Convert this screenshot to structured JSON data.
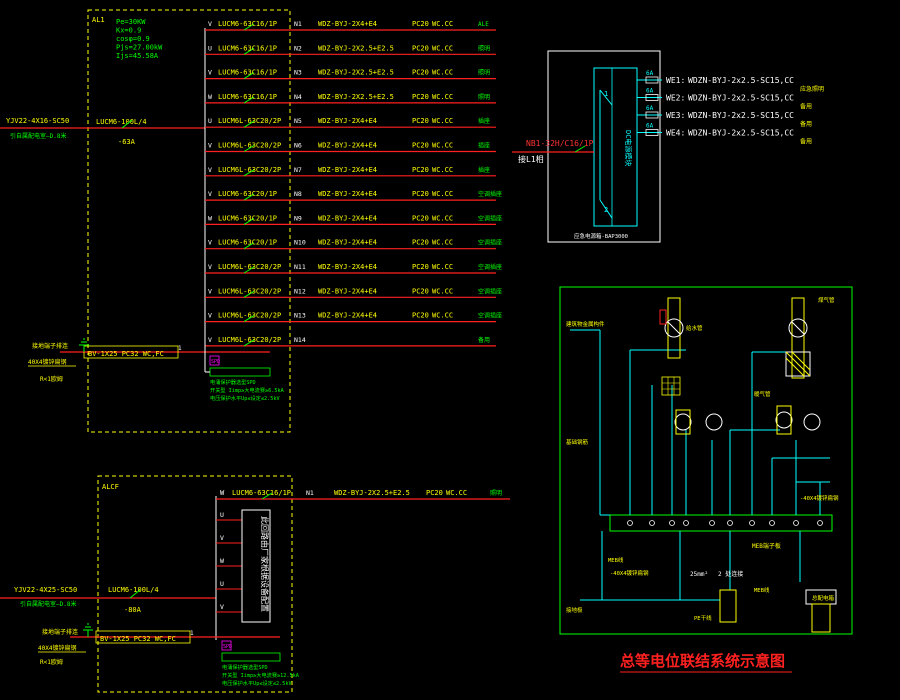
{
  "al1": {
    "name": "AL1",
    "params": [
      "Pe=30KW",
      "Kx=0.9",
      "cosφ=0.9",
      "Pjs=27.00kW",
      "Ijs=45.58A"
    ],
    "incoming_cable": "YJV22-4X16-SC50",
    "incoming_note": "引自属配电室—D.8米",
    "main_breaker": "LUCM6-100L/4",
    "main_rating": "-63A",
    "ground_cable": "BV-1X25  PC32  WC,FC",
    "ground_label": "接地端子排连",
    "ground_bar": "40X4镀锌扁钢",
    "ground_r": "R<1欧姆",
    "spd_tag": "SPD",
    "spd_notes": [
      "电涌保护器选型SPD",
      "开关型 Iimp≥大电流赛≥6.5kA",
      "电压保护水平Up≤设定≤2.5kV"
    ],
    "circuits": [
      {
        "phase": "V",
        "breaker": "LUCM6-63C16/1P",
        "id": "N1",
        "cable": "WDZ-BYJ-2X4+E4",
        "conduit": "PC20",
        "lay": "WC.CC",
        "use": "ALE"
      },
      {
        "phase": "U",
        "breaker": "LUCM6-63C16/1P",
        "id": "N2",
        "cable": "WDZ-BYJ-2X2.5+E2.5",
        "conduit": "PC20",
        "lay": "WC.CC",
        "use": "照明"
      },
      {
        "phase": "V",
        "breaker": "LUCM6-63C16/1P",
        "id": "N3",
        "cable": "WDZ-BYJ-2X2.5+E2.5",
        "conduit": "PC20",
        "lay": "WC.CC",
        "use": "照明"
      },
      {
        "phase": "W",
        "breaker": "LUCM6-63C16/1P",
        "id": "N4",
        "cable": "WDZ-BYJ-2X2.5+E2.5",
        "conduit": "PC20",
        "lay": "WC.CC",
        "use": "照明"
      },
      {
        "phase": "U",
        "breaker": "LUCM6L-63C20/2P",
        "id": "N5",
        "cable": "WDZ-BYJ-2X4+E4",
        "conduit": "PC20",
        "lay": "WC.CC",
        "use": "插座"
      },
      {
        "phase": "V",
        "breaker": "LUCM6L-63C20/2P",
        "id": "N6",
        "cable": "WDZ-BYJ-2X4+E4",
        "conduit": "PC20",
        "lay": "WC.CC",
        "use": "插座"
      },
      {
        "phase": "V",
        "breaker": "LUCM6L-63C20/2P",
        "id": "N7",
        "cable": "WDZ-BYJ-2X4+E4",
        "conduit": "PC20",
        "lay": "WC.CC",
        "use": "插座"
      },
      {
        "phase": "V",
        "breaker": "LUCM6-63C20/1P",
        "id": "N8",
        "cable": "WDZ-BYJ-2X4+E4",
        "conduit": "PC20",
        "lay": "WC.CC",
        "use": "空调插座"
      },
      {
        "phase": "W",
        "breaker": "LUCM6-63C20/1P",
        "id": "N9",
        "cable": "WDZ-BYJ-2X4+E4",
        "conduit": "PC20",
        "lay": "WC.CC",
        "use": "空调插座"
      },
      {
        "phase": "V",
        "breaker": "LUCM6-63C20/1P",
        "id": "N10",
        "cable": "WDZ-BYJ-2X4+E4",
        "conduit": "PC20",
        "lay": "WC.CC",
        "use": "空调插座"
      },
      {
        "phase": "V",
        "breaker": "LUCM6L-63C20/2P",
        "id": "N11",
        "cable": "WDZ-BYJ-2X4+E4",
        "conduit": "PC20",
        "lay": "WC.CC",
        "use": "空调插座"
      },
      {
        "phase": "V",
        "breaker": "LUCM6L-63C20/2P",
        "id": "N12",
        "cable": "WDZ-BYJ-2X4+E4",
        "conduit": "PC20",
        "lay": "WC.CC",
        "use": "空调插座"
      },
      {
        "phase": "V",
        "breaker": "LUCM6L-63C20/2P",
        "id": "N13",
        "cable": "WDZ-BYJ-2X4+E4",
        "conduit": "PC20",
        "lay": "WC.CC",
        "use": "空调插座"
      },
      {
        "phase": "V",
        "breaker": "LUCM6L-63C20/2P",
        "id": "N14",
        "cable": "",
        "conduit": "",
        "lay": "",
        "use": "备用"
      }
    ]
  },
  "alcf": {
    "name": "ALCF",
    "incoming_cable": "YJV22-4X25-SC50",
    "incoming_note": "引自属配电室—D.8米",
    "main_breaker": "LUCM6-100L/4",
    "main_rating": "-80A",
    "ground_cable": "BV-1X25  PC32  WC,FC",
    "ground_label": "接地端子排连",
    "ground_bar": "40X4镀锌扁钢",
    "ground_r": "R<1欧姆",
    "spd_tag": "SPD",
    "spd_notes": [
      "电涌保护器选型SPD",
      "开关型 Iimp≥大电流赛≥12.5kA",
      "电压保护水平Up≤设定≤2.5kV"
    ],
    "circuit": {
      "phase": "W",
      "breaker": "LUCM6-63C16/1P",
      "id": "N1",
      "cable": "WDZ-BYJ-2X2.5+E2.5",
      "conduit": "PC20",
      "lay": "WC.CC",
      "use": "照明"
    },
    "phases": [
      "U",
      "V",
      "W",
      "U",
      "V"
    ],
    "vertical_note": "此回路由厂家根据设备配置"
  },
  "dc_box": {
    "feed_breaker": "NB1-32H/C16/1P",
    "feed_source": "接L1相",
    "dc_label": "DC电源模块",
    "box_label": "应急电源箱-BAP3000",
    "fuses": [
      "6A",
      "6A",
      "6A",
      "6A"
    ],
    "outputs": [
      {
        "id": "WE1:",
        "cable": "WDZN-BYJ-2x2.5-SC15,CC",
        "use": "应急照明"
      },
      {
        "id": "WE2:",
        "cable": "WDZN-BYJ-2x2.5-SC15,CC",
        "use": "备用"
      },
      {
        "id": "WE3:",
        "cable": "WDZN-BYJ-2x2.5-SC15,CC",
        "use": "备用"
      },
      {
        "id": "WE4:",
        "cable": "WDZN-BYJ-2x2.5-SC15,CC",
        "use": "备用"
      }
    ]
  },
  "equipotential": {
    "title": "总等电位联结系统示意图",
    "mainbar_label": "MEB端子板",
    "cable_pe": "-40X4镀锌扁钢",
    "wire_25": "25mm²",
    "label_pe": "PE干线",
    "label_meb": "MEB线",
    "label_ground": "接地极",
    "label_water": "给水管",
    "label_gas": "煤气管",
    "label_heat": "暖气管",
    "label_steel": "建筑物金属构件",
    "label_found": "基础钢筋",
    "label_box": "总配电箱",
    "label_two": "2 处连接"
  },
  "colors": {
    "red": "#ff2020",
    "yellow": "#ffff00",
    "green": "#00ff00",
    "cyan": "#00ffff",
    "white": "#ffffff",
    "magenta": "#ff00ff"
  }
}
